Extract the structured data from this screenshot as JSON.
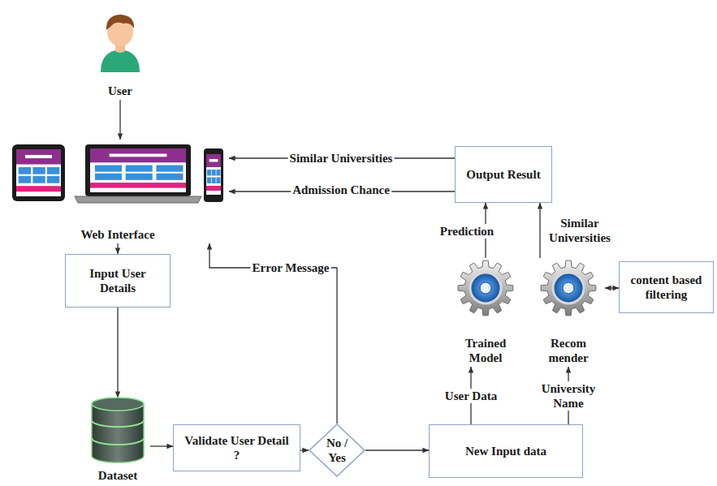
{
  "diagram": {
    "nodes": [
      {
        "text": [
          "User"
        ]
      },
      {
        "text": [
          "Web Interface"
        ]
      },
      {
        "text": [
          "Input User Details"
        ]
      },
      {
        "text": [
          "Dataset"
        ]
      },
      {
        "text": [
          "Validate User Detail ?"
        ]
      },
      {
        "text": [
          "No / Yes"
        ]
      },
      {
        "text": [
          "New Input data"
        ]
      },
      {
        "text": [
          "Trained Model"
        ]
      },
      {
        "text": [
          "Recom mender"
        ]
      },
      {
        "text": [
          "content based filtering"
        ]
      },
      {
        "text": [
          "Output Result"
        ]
      }
    ],
    "edges": [
      {
        "from": 0,
        "to": 1,
        "arrow": "to"
      },
      {
        "from": 1,
        "to": 2,
        "arrow": "to"
      },
      {
        "from": 2,
        "to": 3,
        "arrow": "to"
      },
      {
        "from": 3,
        "to": 4,
        "arrow": "to"
      },
      {
        "from": 4,
        "to": 5,
        "arrow": "to"
      },
      {
        "from": 5,
        "to": 1,
        "label": "Error Message",
        "arrow": "to"
      },
      {
        "from": 5,
        "to": 6,
        "arrow": "to"
      },
      {
        "from": 6,
        "to": 7,
        "label": "User Data",
        "arrow": "to"
      },
      {
        "from": 6,
        "to": 8,
        "label": "University Name",
        "arrow": "to"
      },
      {
        "from": 7,
        "to": 10,
        "label": "Prediction",
        "arrow": "to"
      },
      {
        "from": 8,
        "to": 10,
        "label": "Similar Universities",
        "arrow": "to"
      },
      {
        "from": 8,
        "to": 9,
        "arrow": "both"
      },
      {
        "from": 10,
        "to": 1,
        "label": "Similar Universities",
        "arrow": "to"
      },
      {
        "from": 10,
        "to": 1,
        "label": "Admission Chance",
        "arrow": "to"
      }
    ]
  }
}
